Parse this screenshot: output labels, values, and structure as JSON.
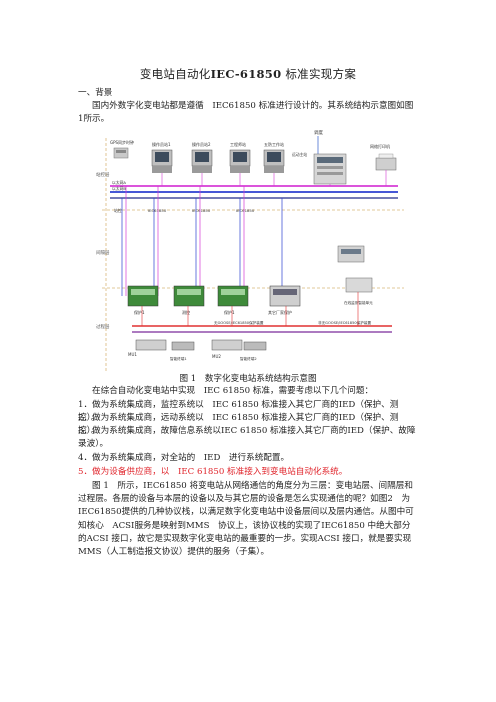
{
  "doc": {
    "title_pre": "变电站自动化",
    "title_bold": "IEC-61850",
    "title_post": " 标准实现方案",
    "section1": "一、背景",
    "intro": "国内外数字化变电站都是遵循　IEC61850 标准进行设计的。其系统结构示意图如图1所示。",
    "caption": "图 1　数字化变电站系统结构示意图",
    "lead": "在综合自动化变电站中实现　IEC 61850 标准，需要考虑以下几个问题：",
    "items": [
      "1．做为系统集成商，监控系统以　IEC 61850 标准接入其它厂商的IED（保护、测控）。",
      "2．做为系统集成商，远动系统以　IEC 61850 标准接入其它厂商的IED（保护、测控）。",
      "3．做为系统集成商，故障信息系统以IEC 61850 标准接入其它厂商的IED（保护、故障录波）。",
      "4．做为系统集成商，对全站的　IED　进行系统配置。"
    ],
    "item5": "5．做为设备供应商，以　IEC 61850 标准接入到变电站自动化系统。",
    "body": "图 1　所示，IEC61850 将变电站从网络通信的角度分为三层：变电站层、间隔层和过程层。各层的设备与本层的设备以及与其它层的设备是怎么实现通信的呢？如图2　为IEC61850提供的几种协议栈，以满足数字化变电站中设备层间以及层内通信。从图中可知核心　ACSI服务是映射到MMS　协议上，该协议栈的实现了IEC61850 中绝大部分的ACSI 接口，故它是实现数字化变电站的最重要的一步。实现ACSI 接口，就是要实现MMS（人工制造报文协议）提供的服务（子集）。"
  },
  "figure": {
    "top_label": "调度",
    "gps_label": "GPS同步时钟",
    "ws": [
      "操作员站1",
      "操作员站2",
      "工程师站",
      "五防工作站"
    ],
    "ws_extra": "远动主站",
    "printer": "网络打印机",
    "left_labels": [
      "站控层",
      "间隔层",
      "过程层"
    ],
    "net_labels": [
      "以太网A",
      "以太网B"
    ],
    "bus_tags": [
      "站控",
      "IEC61850",
      "IEC61850",
      "IEC61850"
    ],
    "bay_labels": [
      "保护1",
      "测控",
      "保护1"
    ],
    "bay_extra": "其它厂家保护",
    "protect_label": "在线监测智能单元",
    "proc_bus1": "无GOOSE/IEC61850保护装置",
    "proc_bus2": "非无GOOSE/IEC61850保护装置",
    "mu": [
      "MU1",
      "MU2"
    ],
    "mu_tags": [
      "智能终端1",
      "智能终端2"
    ]
  }
}
